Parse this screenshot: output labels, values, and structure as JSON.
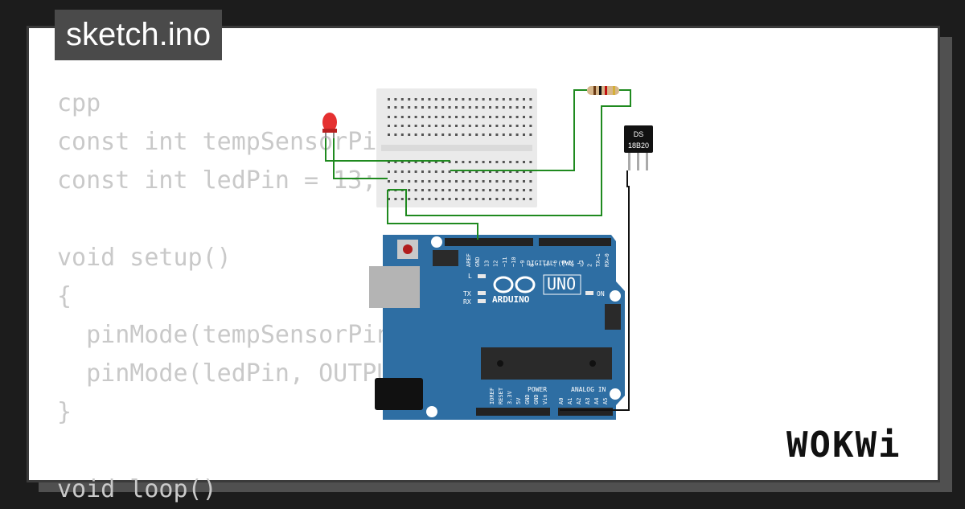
{
  "header": {
    "title": "sketch.ino"
  },
  "code": {
    "lines": [
      "cpp",
      "const int tempSensorPin = 2;",
      "const int ledPin = 13;",
      "",
      "void setup()",
      "{",
      "  pinMode(tempSensorPin, INPUT);",
      "  pinMode(ledPin, OUTPUT);",
      "}",
      "",
      "void loop()"
    ]
  },
  "board": {
    "model": "UNO",
    "brand": "ARDUINO",
    "digital_label": "DIGITAL (PWM ~)",
    "power_label": "POWER",
    "analog_label": "ANALOG IN",
    "on_label": "ON",
    "tx_label": "TX",
    "rx_label": "RX",
    "l_label": "L",
    "digital_pins": [
      "AREF",
      "GND",
      "13",
      "12",
      "~11",
      "~10",
      "~9",
      "8",
      "7",
      "~6",
      "~5",
      "4",
      "~3",
      "2",
      "TX→1",
      "RX←0"
    ],
    "power_pins": [
      "IOREF",
      "RESET",
      "3.3V",
      "5V",
      "GND",
      "GND",
      "Vin"
    ],
    "analog_pins": [
      "A0",
      "A1",
      "A2",
      "A3",
      "A4",
      "A5"
    ]
  },
  "sensor": {
    "line1": "DS",
    "line2": "18B20"
  },
  "logo": {
    "text": "WOKWi"
  },
  "colors": {
    "background": "#1c1c1c",
    "board": "#2e6ea3",
    "wire": "#1f8a1f",
    "code_text": "#c9c9c9"
  }
}
